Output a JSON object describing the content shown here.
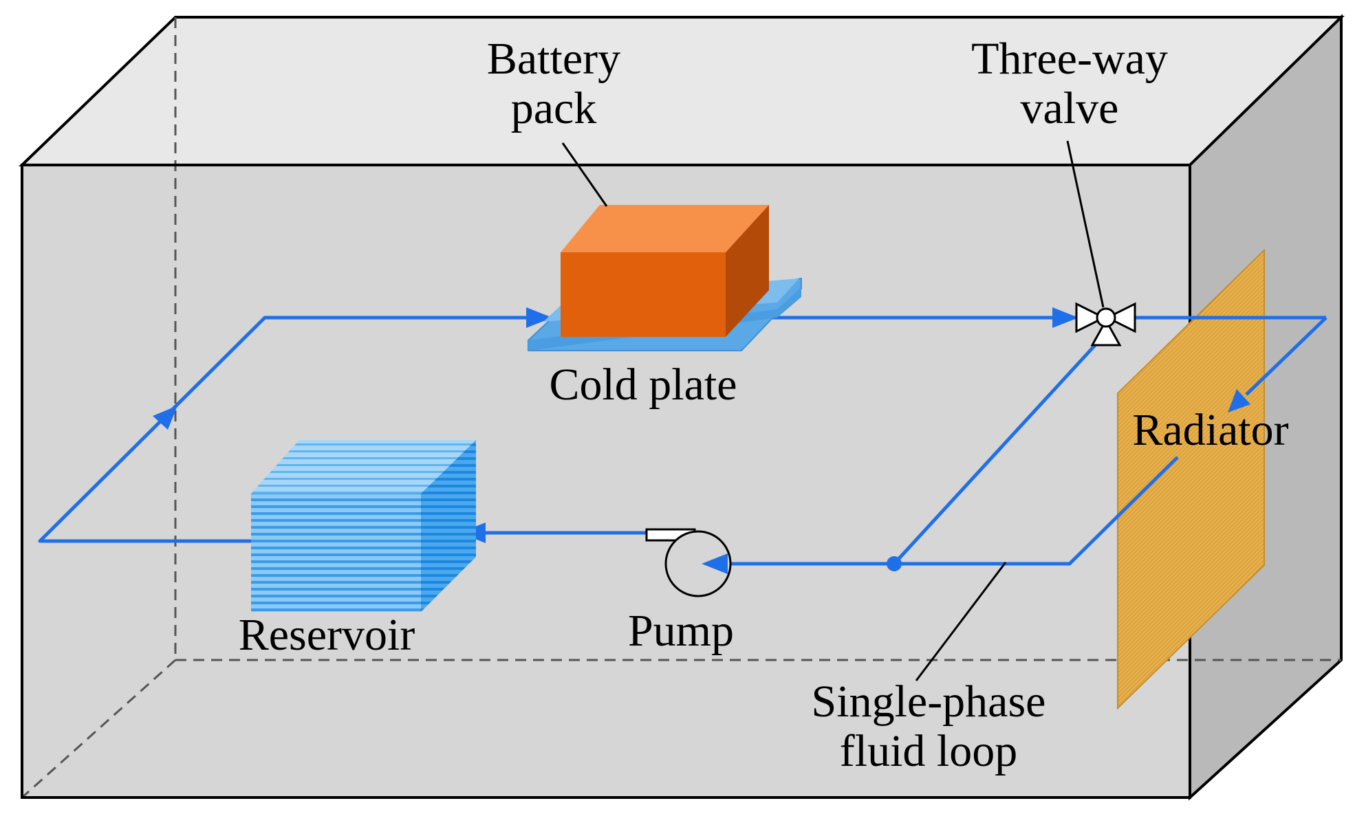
{
  "labels": {
    "battery_pack": "Battery\npack",
    "three_way_valve": "Three-way\nvalve",
    "cold_plate": "Cold plate",
    "radiator": "Radiator",
    "reservoir": "Reservoir",
    "pump": "Pump",
    "fluid_loop": "Single-phase\nfluid loop"
  },
  "colors": {
    "fluid_line": "#1f6fe8",
    "battery_front": "#e0600c",
    "battery_top": "#f7914a",
    "battery_side": "#b44a07",
    "cold_plate": "#5aa8e6",
    "radiator": "#e7b04e",
    "reservoir": "#49a6ee",
    "enclosure_front": "#d6d6d6",
    "enclosure_top": "#e8e8e8",
    "enclosure_side": "#b9b9b9"
  }
}
